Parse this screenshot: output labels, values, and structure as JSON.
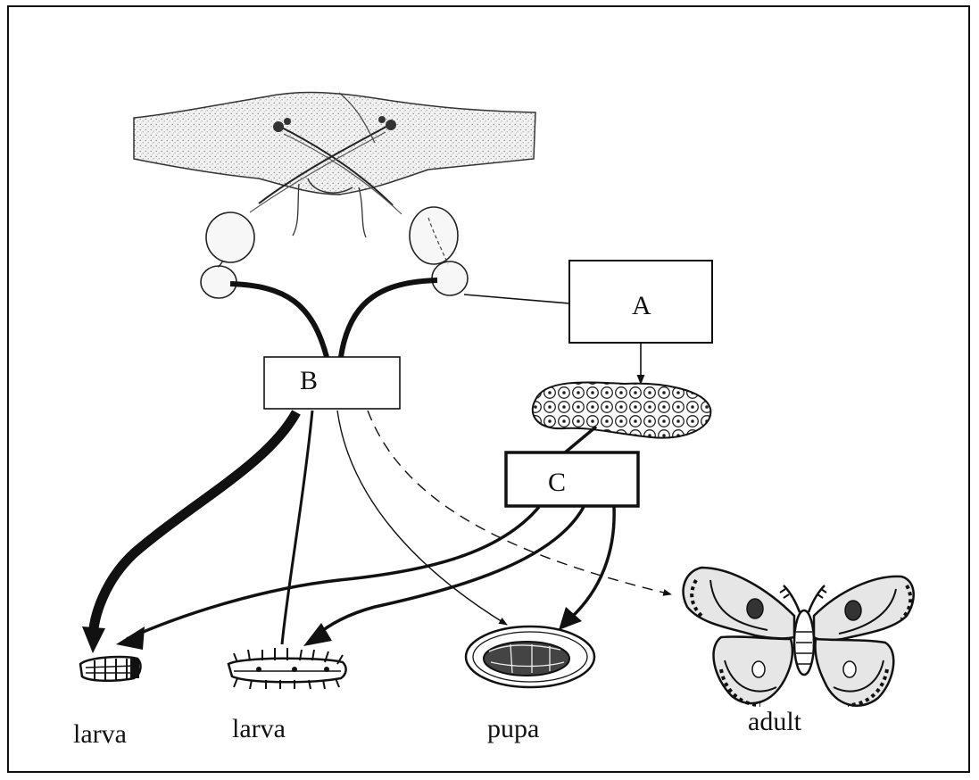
{
  "boxes": {
    "a": "A",
    "b": "B",
    "c": "C"
  },
  "stages": {
    "larva_1": "larva",
    "larva_2": "larva",
    "pupa": "pupa",
    "adult": "adult"
  }
}
